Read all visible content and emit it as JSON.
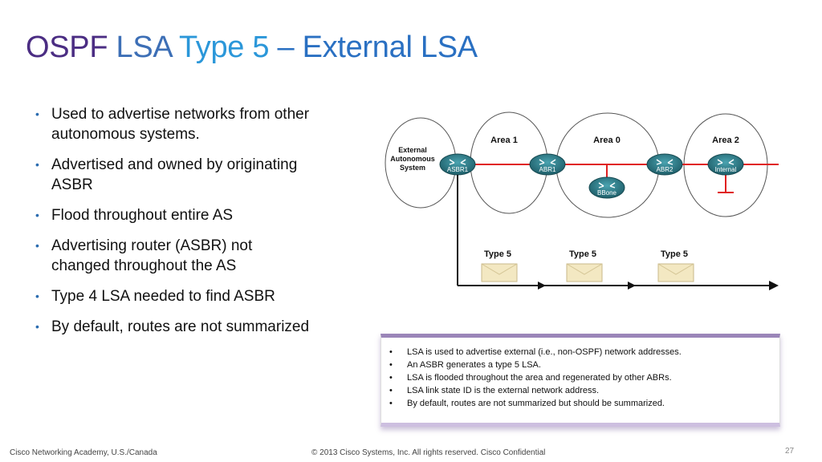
{
  "title": {
    "part1": "OSPF",
    "part2": "LSA",
    "part3": "Type 5",
    "part4": "– External",
    "part5": "LSA"
  },
  "bullets": [
    "Used to advertise networks from other autonomous systems.",
    "Advertised and owned by originating ASBR",
    "Flood throughout entire AS",
    "Advertising router (ASBR) not changed throughout the AS",
    "Type 4 LSA needed to find ASBR",
    "By default, routes are not summarized"
  ],
  "diagram": {
    "external_as": [
      "External",
      "Autonomous",
      "System"
    ],
    "areas": [
      "Area 1",
      "Area 0",
      "Area 2"
    ],
    "routers": [
      "ASBR1",
      "ABR1",
      "BBone",
      "ABR2",
      "Internal"
    ],
    "lsa_labels": [
      "Type 5",
      "Type 5",
      "Type 5"
    ],
    "colors": {
      "link": "#e02020",
      "router": "#2f7f8c",
      "envelope": "#f3e8c2"
    }
  },
  "notes": [
    "LSA is used to advertise external (i.e., non-OSPF) network addresses.",
    "An ASBR generates a type 5 LSA.",
    "LSA is flooded throughout the area and regenerated by other ABRs.",
    "LSA link state ID is the external network address.",
    "By default, routes are not summarized but should be summarized."
  ],
  "footer": {
    "left": "Cisco Networking Academy, U.S./Canada",
    "middle": "© 2013 Cisco Systems, Inc. All rights reserved. Cisco Confidential",
    "page": "27"
  }
}
